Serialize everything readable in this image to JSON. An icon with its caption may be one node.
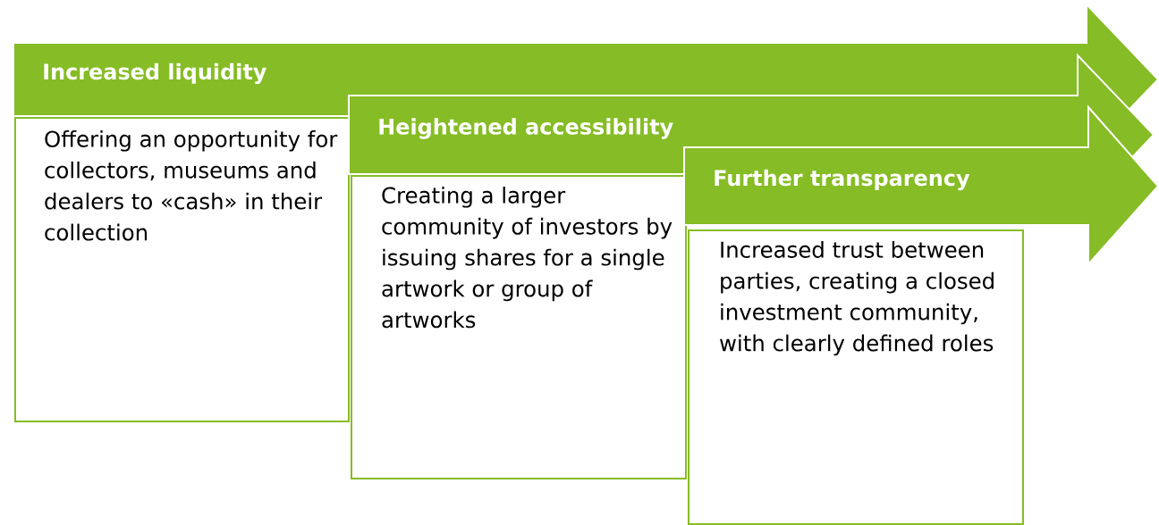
{
  "diagram": {
    "nodes": [
      {
        "text": [
          "Increased liquidity"
        ]
      },
      {
        "text": [
          "Offering an opportunity for collectors, museums and dealers to «cash» in their collection"
        ]
      },
      {
        "text": [
          "Heightened accessibility"
        ]
      },
      {
        "text": [
          "Creating a larger community of investors by issuing shares for a single artwork or group of artworks"
        ]
      },
      {
        "text": [
          "Further transparency"
        ]
      },
      {
        "text": [
          "Increased trust between parties, creating a closed investment community, with clearly defined roles"
        ]
      }
    ]
  }
}
